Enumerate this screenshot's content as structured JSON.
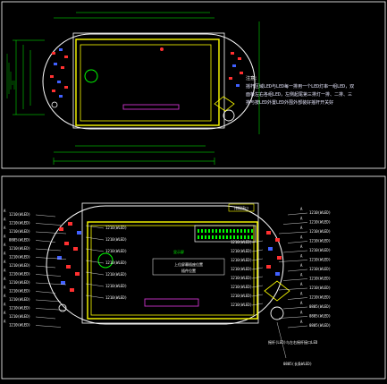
{
  "colors": {
    "background": "#000000",
    "frame": "#ffffff",
    "outline": "#ffff00",
    "dimension": "#00ff00",
    "led_red": "#ff3030",
    "led_blue": "#4060ff",
    "slot": "#cc33cc",
    "annotation": "#ffffff"
  },
  "notes": {
    "title": "注意：",
    "lines": [
      "摇杆区域LED与LED每一排用一个LED灯串一组LED，双",
      "面板左右各组LED，左侧起尾第三排灯一排、二排、三",
      "排与按LED外置LED外围外部装好摇杆开关好"
    ]
  },
  "labels": {
    "hole_ref": "A",
    "center_box": [
      "上位屏幕插座位置",
      "插件位置"
    ],
    "screen_ref": "显示屏",
    "bottom_label": "摇杆(LED)与左右摇杆接口LED",
    "connector_label": "排插接口"
  },
  "callouts": {
    "left": [
      "1210(WLED)",
      "1210(WLED)",
      "1210(WLED)",
      "0805(WLED)",
      "1210(WLED)",
      "1210(WLED)",
      "1210(WLED)",
      "1210(WLED)",
      "1210(WLED)",
      "1210(WLED)",
      "1210(WLED)",
      "1210(WLED)",
      "1210(WLED)",
      "1210(WLED)"
    ],
    "inner_left": [
      "1210(WLED)",
      "1210(WLED)",
      "1210(WLED)",
      "1210(WLED)",
      "1210(WLED)",
      "1210(WLED)",
      "1210(WLED)"
    ],
    "inner_right": [
      "1210(WLED)",
      "1210(WLED)",
      "1210(WLED)",
      "1210(WLED)",
      "1210(WLED)",
      "1210(WLED)",
      "1210(WLED)",
      "1210(WLED)"
    ],
    "right": [
      "1210(WLED)",
      "1210(WLED)",
      "1210(WLED)",
      "1210(WLED)",
      "1210(WLED)",
      "1210(WLED)",
      "1210(WLED)",
      "1210(WLED)",
      "1210(WLED)",
      "1210(WLED)",
      "0805(WLED)",
      "0805(WLED)",
      "0805(WLED)"
    ],
    "bottom": [
      "0805(长条WLED)"
    ]
  }
}
